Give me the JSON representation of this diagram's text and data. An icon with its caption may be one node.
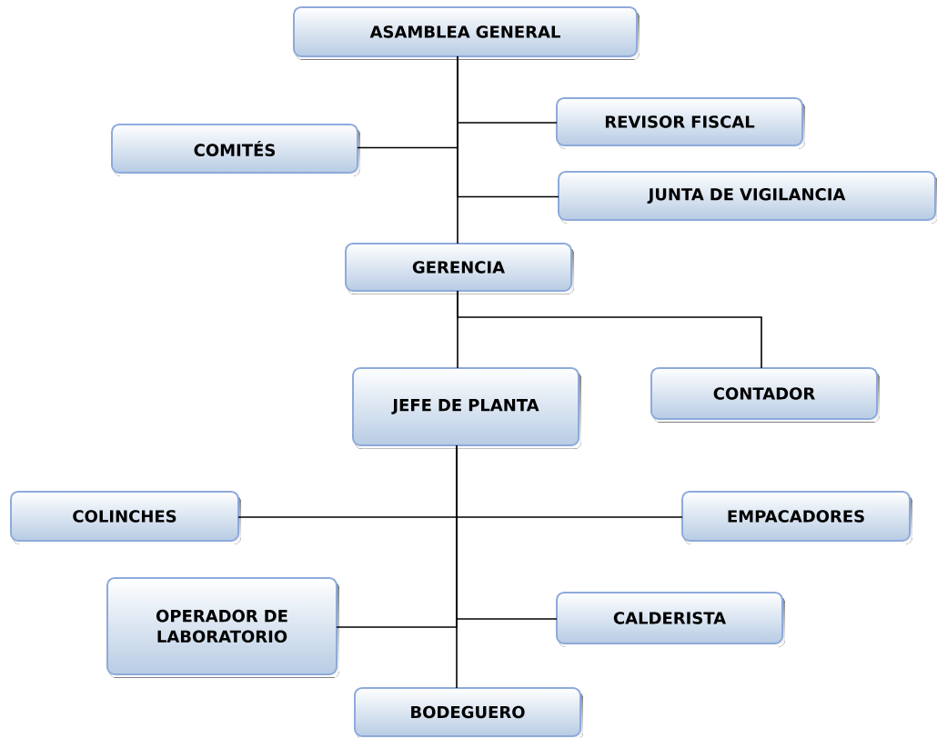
{
  "diagram": {
    "nodes": [
      {
        "text": [
          "ASAMBLEA GENERAL"
        ]
      },
      {
        "text": [
          "REVISOR FISCAL"
        ]
      },
      {
        "text": [
          "COMITÉS"
        ]
      },
      {
        "text": [
          "JUNTA DE VIGILANCIA"
        ]
      },
      {
        "text": [
          "GERENCIA"
        ]
      },
      {
        "text": [
          "JEFE DE PLANTA"
        ]
      },
      {
        "text": [
          "CONTADOR"
        ]
      },
      {
        "text": [
          "COLINCHES"
        ]
      },
      {
        "text": [
          "EMPACADORES"
        ]
      },
      {
        "text": [
          "OPERADOR DE LABORATORIO"
        ]
      },
      {
        "text": [
          "CALDERISTA"
        ]
      },
      {
        "text": [
          "BODEGUERO"
        ]
      }
    ],
    "edges": [
      {
        "from": 0,
        "to": 1,
        "arrow": "none"
      },
      {
        "from": 0,
        "to": 2,
        "arrow": "none"
      },
      {
        "from": 0,
        "to": 3,
        "arrow": "none"
      },
      {
        "from": 0,
        "to": 4,
        "arrow": "none"
      },
      {
        "from": 4,
        "to": 5,
        "arrow": "none"
      },
      {
        "from": 4,
        "to": 6,
        "arrow": "none"
      },
      {
        "from": 5,
        "to": 7,
        "arrow": "none"
      },
      {
        "from": 5,
        "to": 8,
        "arrow": "none"
      },
      {
        "from": 5,
        "to": 9,
        "arrow": "none"
      },
      {
        "from": 5,
        "to": 10,
        "arrow": "none"
      },
      {
        "from": 5,
        "to": 11,
        "arrow": "none"
      }
    ]
  }
}
